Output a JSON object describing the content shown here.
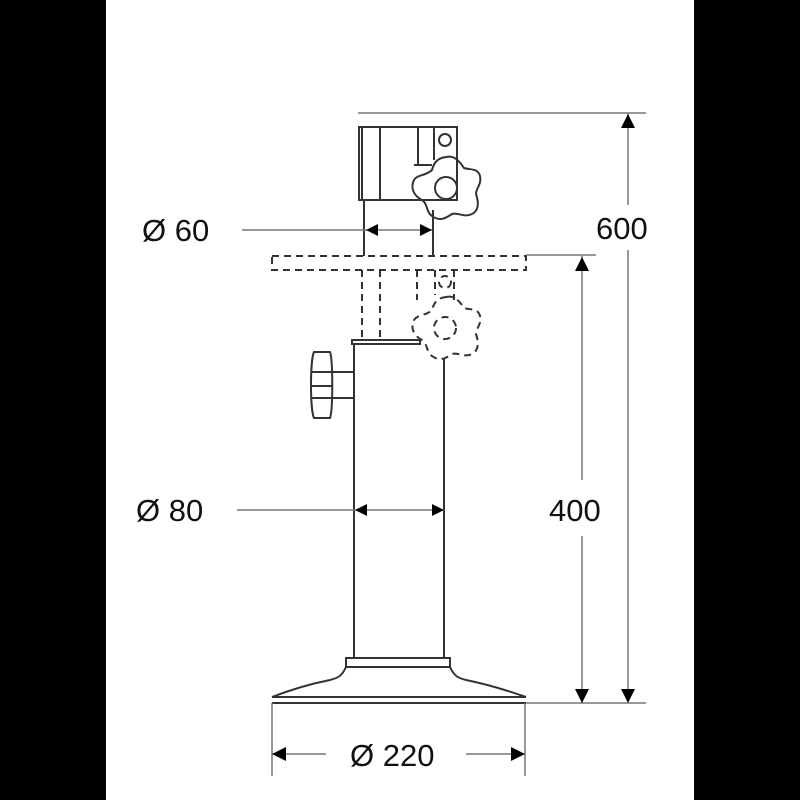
{
  "drawing": {
    "subject": "adjustable table pedestal",
    "colors": {
      "background": "#ffffff",
      "border_bars": "#000000",
      "line": "#333333",
      "dimension_line": "#777777"
    },
    "dimensions": {
      "top_tube_diameter": {
        "label": "Ø 60",
        "value": 60,
        "unit": "mm"
      },
      "main_tube_diameter": {
        "label": "Ø 80",
        "value": 80,
        "unit": "mm"
      },
      "base_diameter": {
        "label": "Ø 220",
        "value": 220,
        "unit": "mm"
      },
      "max_height": {
        "label": "600",
        "value": 600,
        "unit": "mm"
      },
      "min_height": {
        "label": "400",
        "value": 400,
        "unit": "mm"
      }
    },
    "parts": [
      "top-bracket",
      "star-knob-top",
      "table-plate-dashed",
      "inner-tube-dashed",
      "star-knob-dashed",
      "side-knob",
      "main-tube",
      "base-flange",
      "base-plate"
    ]
  }
}
